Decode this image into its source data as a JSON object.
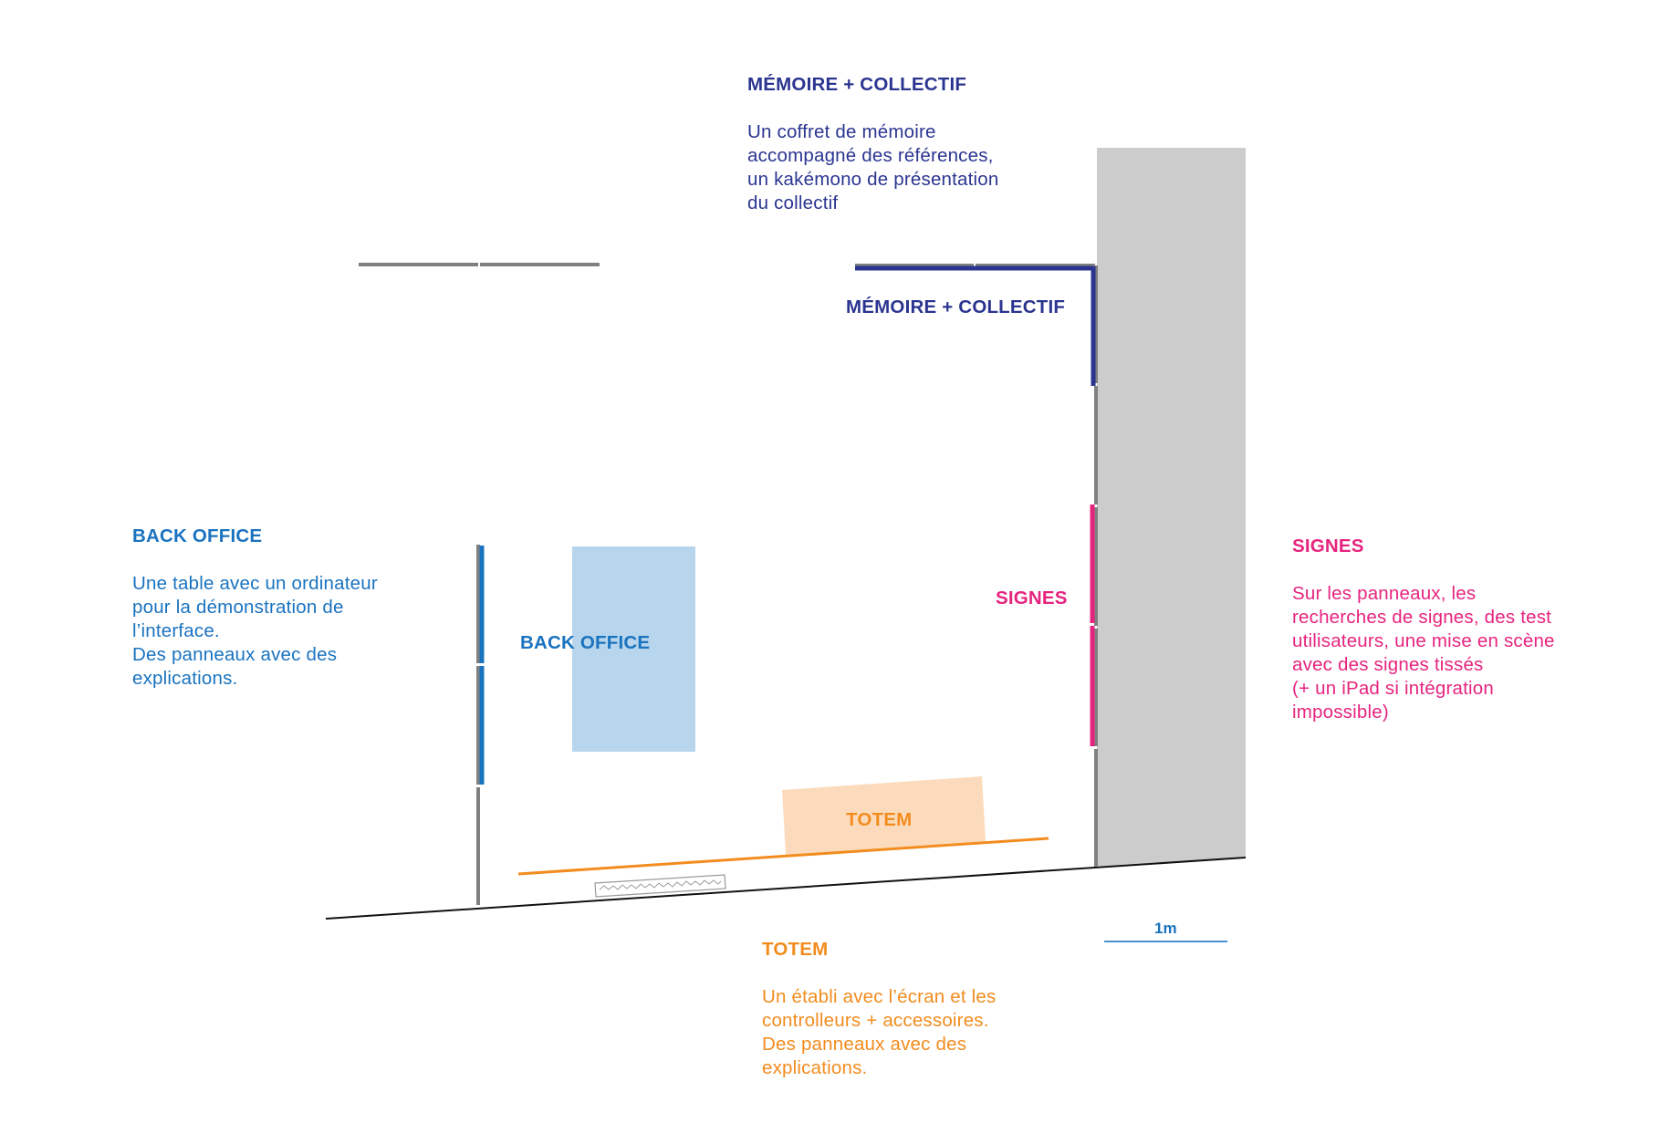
{
  "colors": {
    "navy": "#2b3590",
    "blue": "#1a73bf",
    "magenta": "#e6247f",
    "orange": "#f28c1e",
    "wall_gray": "#cccccc",
    "partition_gray": "#808080",
    "table_fill": "#b7d5ec",
    "totem_fill": "#fbdbbc",
    "scale_line": "#4a8fcf"
  },
  "memoire": {
    "title": "MÉMOIRE + COLLECTIF",
    "lines": [
      "Un coffret de mémoire",
      "accompagné des références,",
      "un kakémono de présentation",
      "du collectif"
    ],
    "plan_label": "MÉMOIRE + COLLECTIF"
  },
  "back_office": {
    "title": "BACK OFFICE",
    "lines": [
      "Une table avec un ordinateur",
      "pour la démonstration de",
      "l’interface.",
      "Des panneaux avec des",
      "explications."
    ],
    "plan_label": "BACK OFFICE"
  },
  "signes": {
    "title": "SIGNES",
    "lines": [
      "Sur les panneaux, les",
      "recherches de signes, des test",
      "utilisateurs, une mise en scène",
      "avec des signes tissés",
      "(+ un iPad si intégration",
      "impossible)"
    ],
    "plan_label": "SIGNES"
  },
  "totem": {
    "title": "TOTEM",
    "lines": [
      "Un établi avec l’écran et les",
      "controlleurs + accessoires.",
      "Des panneaux avec des",
      "explications."
    ],
    "plan_label": "TOTEM"
  },
  "scale": {
    "label": "1m"
  }
}
